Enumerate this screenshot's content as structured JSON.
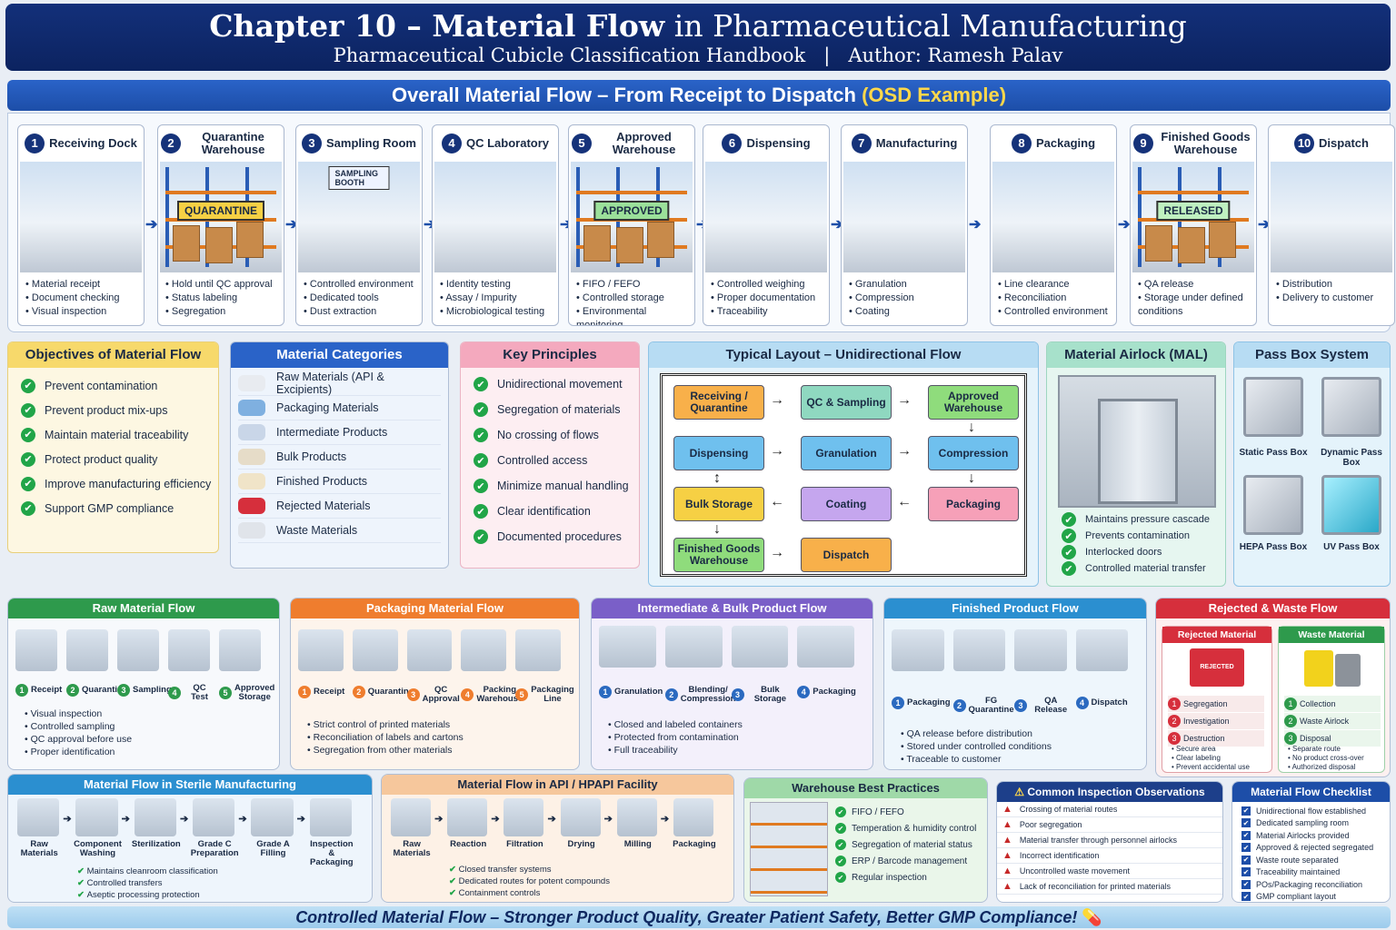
{
  "header": {
    "title_bold": "Chapter 10 – Material Flow",
    "title_rest": " in Pharmaceutical Manufacturing",
    "subtitle": "Pharmaceutical Cubicle Classification Handbook   |   Author: Ramesh Palav"
  },
  "overall": {
    "title": "Overall Material Flow – From Receipt to Dispatch ",
    "title_accent": "(OSD Example)",
    "steps": [
      {
        "num": "1",
        "name": "Receiving Dock",
        "bullets": [
          "Material receipt",
          "Document checking",
          "Visual inspection"
        ]
      },
      {
        "num": "2",
        "name": "Quarantine Warehouse",
        "tag": "QUARANTINE",
        "bullets": [
          "Hold until QC approval",
          "Status labeling",
          "Segregation"
        ]
      },
      {
        "num": "3",
        "name": "Sampling Room",
        "tag": "SAMPLING BOOTH",
        "bullets": [
          "Controlled environment",
          "Dedicated tools",
          "Dust extraction"
        ]
      },
      {
        "num": "4",
        "name": "QC Laboratory",
        "bullets": [
          "Identity testing",
          "Assay / Impurity",
          "Microbiological testing"
        ]
      },
      {
        "num": "5",
        "name": "Approved Warehouse",
        "tag": "APPROVED",
        "bullets": [
          "FIFO / FEFO",
          "Controlled storage",
          "Environmental monitoring"
        ]
      },
      {
        "num": "6",
        "name": "Dispensing",
        "bullets": [
          "Controlled weighing",
          "Proper documentation",
          "Traceability"
        ]
      },
      {
        "num": "7",
        "name": "Manufacturing",
        "bullets": [
          "Granulation",
          "Compression",
          "Coating"
        ]
      },
      {
        "num": "8",
        "name": "Packaging",
        "bullets": [
          "Line clearance",
          "Reconciliation",
          "Controlled environment"
        ]
      },
      {
        "num": "9",
        "name": "Finished Goods Warehouse",
        "tag": "RELEASED",
        "bullets": [
          "QA release",
          "Storage under defined conditions"
        ]
      },
      {
        "num": "10",
        "name": "Dispatch",
        "bullets": [
          "Distribution",
          "Delivery to customer"
        ]
      }
    ]
  },
  "objectives": {
    "title": "Objectives of Material Flow",
    "items": [
      "Prevent contamination",
      "Prevent product mix-ups",
      "Maintain material traceability",
      "Protect product quality",
      "Improve manufacturing efficiency",
      "Support GMP compliance"
    ]
  },
  "categories": {
    "title": "Material Categories",
    "items": [
      "Raw Materials (API & Excipients)",
      "Packaging Materials",
      "Intermediate Products",
      "Bulk Products",
      "Finished Products",
      "Rejected Materials",
      "Waste Materials"
    ]
  },
  "principles": {
    "title": "Key Principles",
    "items": [
      "Unidirectional movement",
      "Segregation of materials",
      "No crossing of flows",
      "Controlled access",
      "Minimize manual handling",
      "Clear identification",
      "Documented procedures"
    ]
  },
  "layout": {
    "title": "Typical Layout – Unidirectional Flow",
    "boxes": {
      "recv": "Receiving / Quarantine",
      "qc": "QC & Sampling",
      "appr": "Approved Warehouse",
      "disp": "Dispensing",
      "gran": "Granulation",
      "comp": "Compression",
      "bulk": "Bulk Storage",
      "coat": "Coating",
      "pack": "Packaging",
      "fg": "Finished Goods Warehouse",
      "dispatch": "Dispatch"
    }
  },
  "airlock": {
    "title": "Material Airlock (MAL)",
    "items": [
      "Maintains pressure cascade",
      "Prevents contamination",
      "Interlocked doors",
      "Controlled material transfer"
    ]
  },
  "passbox": {
    "title": "Pass Box System",
    "items": [
      "Static Pass Box",
      "Dynamic Pass Box",
      "HEPA Pass Box",
      "UV Pass Box"
    ]
  },
  "raw": {
    "title": "Raw Material Flow",
    "steps": [
      "Receipt",
      "Quarantine",
      "Sampling",
      "QC Test",
      "Approved Storage"
    ],
    "bullets": [
      "Visual inspection",
      "Controlled sampling",
      "QC approval before use",
      "Proper identification"
    ]
  },
  "packaging": {
    "title": "Packaging Material Flow",
    "steps": [
      "Receipt",
      "Quarantine",
      "QC Approval",
      "Packing Warehouse",
      "Packaging Line"
    ],
    "bullets": [
      "Strict control of printed materials",
      "Reconciliation of labels and cartons",
      "Segregation from other materials"
    ]
  },
  "intermediate": {
    "title": "Intermediate & Bulk Product Flow",
    "steps": [
      "Granulation",
      "Blending/ Compression",
      "Bulk Storage",
      "Packaging"
    ],
    "bullets": [
      "Closed and labeled containers",
      "Protected from contamination",
      "Full traceability"
    ]
  },
  "finished": {
    "title": "Finished Product Flow",
    "steps": [
      "Packaging",
      "FG Quarantine",
      "QA Release",
      "Dispatch"
    ],
    "bullets": [
      "QA release before distribution",
      "Stored under controlled conditions",
      "Traceable to customer"
    ]
  },
  "rejected": {
    "title": "Rejected & Waste Flow",
    "rej_title": "Rejected Material",
    "rej_bin": "REJECTED",
    "rej_steps": [
      "Segregation",
      "Investigation",
      "Destruction"
    ],
    "rej_bullets": [
      "Secure area",
      "Clear labeling",
      "Prevent accidental use"
    ],
    "waste_title": "Waste Material",
    "waste_steps": [
      "Collection",
      "Waste Airlock",
      "Disposal"
    ],
    "waste_bullets": [
      "Separate route",
      "No product cross-over",
      "Authorized disposal"
    ]
  },
  "sterile": {
    "title": "Material Flow in Sterile Manufacturing",
    "steps": [
      "Raw Materials",
      "Component Washing",
      "Sterilization",
      "Grade C Preparation",
      "Grade A Filling",
      "Inspection & Packaging"
    ],
    "checks": [
      "Maintains cleanroom classification",
      "Controlled transfers",
      "Aseptic processing protection"
    ]
  },
  "api": {
    "title": "Material Flow in API / HPAPI Facility",
    "steps": [
      "Raw Materials",
      "Reaction",
      "Filtration",
      "Drying",
      "Milling",
      "Packaging"
    ],
    "checks": [
      "Closed transfer systems",
      "Dedicated routes for potent compounds",
      "Containment controls"
    ]
  },
  "warehouse": {
    "title": "Warehouse Best Practices",
    "items": [
      "FIFO / FEFO",
      "Temperation & humidity control",
      "Segregation of material status",
      "ERP / Barcode management",
      "Regular inspection"
    ]
  },
  "inspection": {
    "title": "Common Inspection Observations",
    "items": [
      "Crossing of material routes",
      "Poor segregation",
      "Material transfer through personnel airlocks",
      "Incorrect identification",
      "Uncontrolled waste movement",
      "Lack of reconciliation for printed materials"
    ]
  },
  "checklist": {
    "title": "Material Flow Checklist",
    "items": [
      "Unidirectional flow established",
      "Dedicated sampling room",
      "Material Airlocks provided",
      "Approved & rejected segregated",
      "Waste route separated",
      "Traceability maintained",
      "POs/Packaging reconciliation",
      "GMP compliant layout"
    ]
  },
  "footer": "Controlled Material Flow – Stronger Product Quality, Greater Patient Safety, Better GMP Compliance!"
}
